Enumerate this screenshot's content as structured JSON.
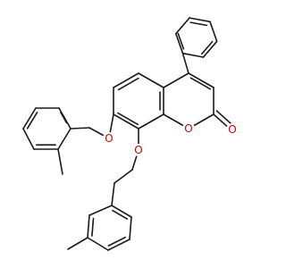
{
  "structure": {
    "atoms": {
      "o_7": {
        "symbol": "O"
      },
      "o_8": {
        "symbol": "O"
      },
      "o_ring": {
        "symbol": "O"
      },
      "o_carbonyl": {
        "symbol": "O"
      }
    }
  },
  "colors": {
    "bond": "#1a1a1a",
    "oxygen": "#cc0000",
    "background": "#ffffff"
  }
}
